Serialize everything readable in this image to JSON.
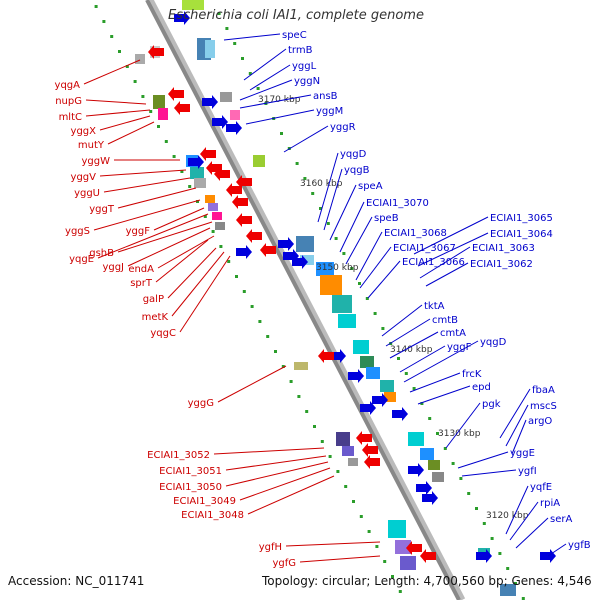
{
  "title": "Escherichia coli IAI1, complete genome",
  "footer": {
    "accession": "Accession: NC_011741",
    "topology": "Topology: circular; Length: 4,700,560 bp; Genes: 4,546"
  },
  "colors": {
    "leading_strand_label": "#0000cc",
    "lagging_strand_label": "#cc0000",
    "backbone": "#888888",
    "tick": "#2a9d2a",
    "forward_arrow": "#0000dd",
    "reverse_arrow": "#ee0000"
  },
  "scale_ticks": [
    "3170 kbp",
    "3160 kbp",
    "3150 kbp",
    "3140 kbp",
    "3130 kbp",
    "3120 kbp"
  ],
  "labels_right": [
    "speC",
    "trmB",
    "yggL",
    "yggN",
    "ansB",
    "yggM",
    "yggR",
    "yqgD",
    "yqgB",
    "speA",
    "ECIAI1_3070",
    "speB",
    "ECIAI1_3068",
    "ECIAI1_3067",
    "ECIAI1_3066",
    "ECIAI1_3065",
    "ECIAI1_3064",
    "ECIAI1_3063",
    "ECIAI1_3062",
    "tktA",
    "cmtB",
    "cmtA",
    "yggF",
    "yqgD",
    "frcK",
    "epd",
    "pgk",
    "fbaA",
    "mscS",
    "argO",
    "yggE",
    "ygfI",
    "yqfE",
    "rpiA",
    "serA",
    "ygfB"
  ],
  "labels_left": [
    "yqgA",
    "nupG",
    "mltC",
    "yggX",
    "mutY",
    "yggW",
    "yggV",
    "yggU",
    "yggT",
    "yggS",
    "yggF",
    "yqgE",
    "gshB",
    "yggJ",
    "endA",
    "sprT",
    "galP",
    "metK",
    "yqgC",
    "yggG",
    "ECIAI1_3052",
    "ECIAI1_3051",
    "ECIAI1_3050",
    "ECIAI1_3049",
    "ECIAI1_3048",
    "ygfH",
    "ygfG"
  ]
}
